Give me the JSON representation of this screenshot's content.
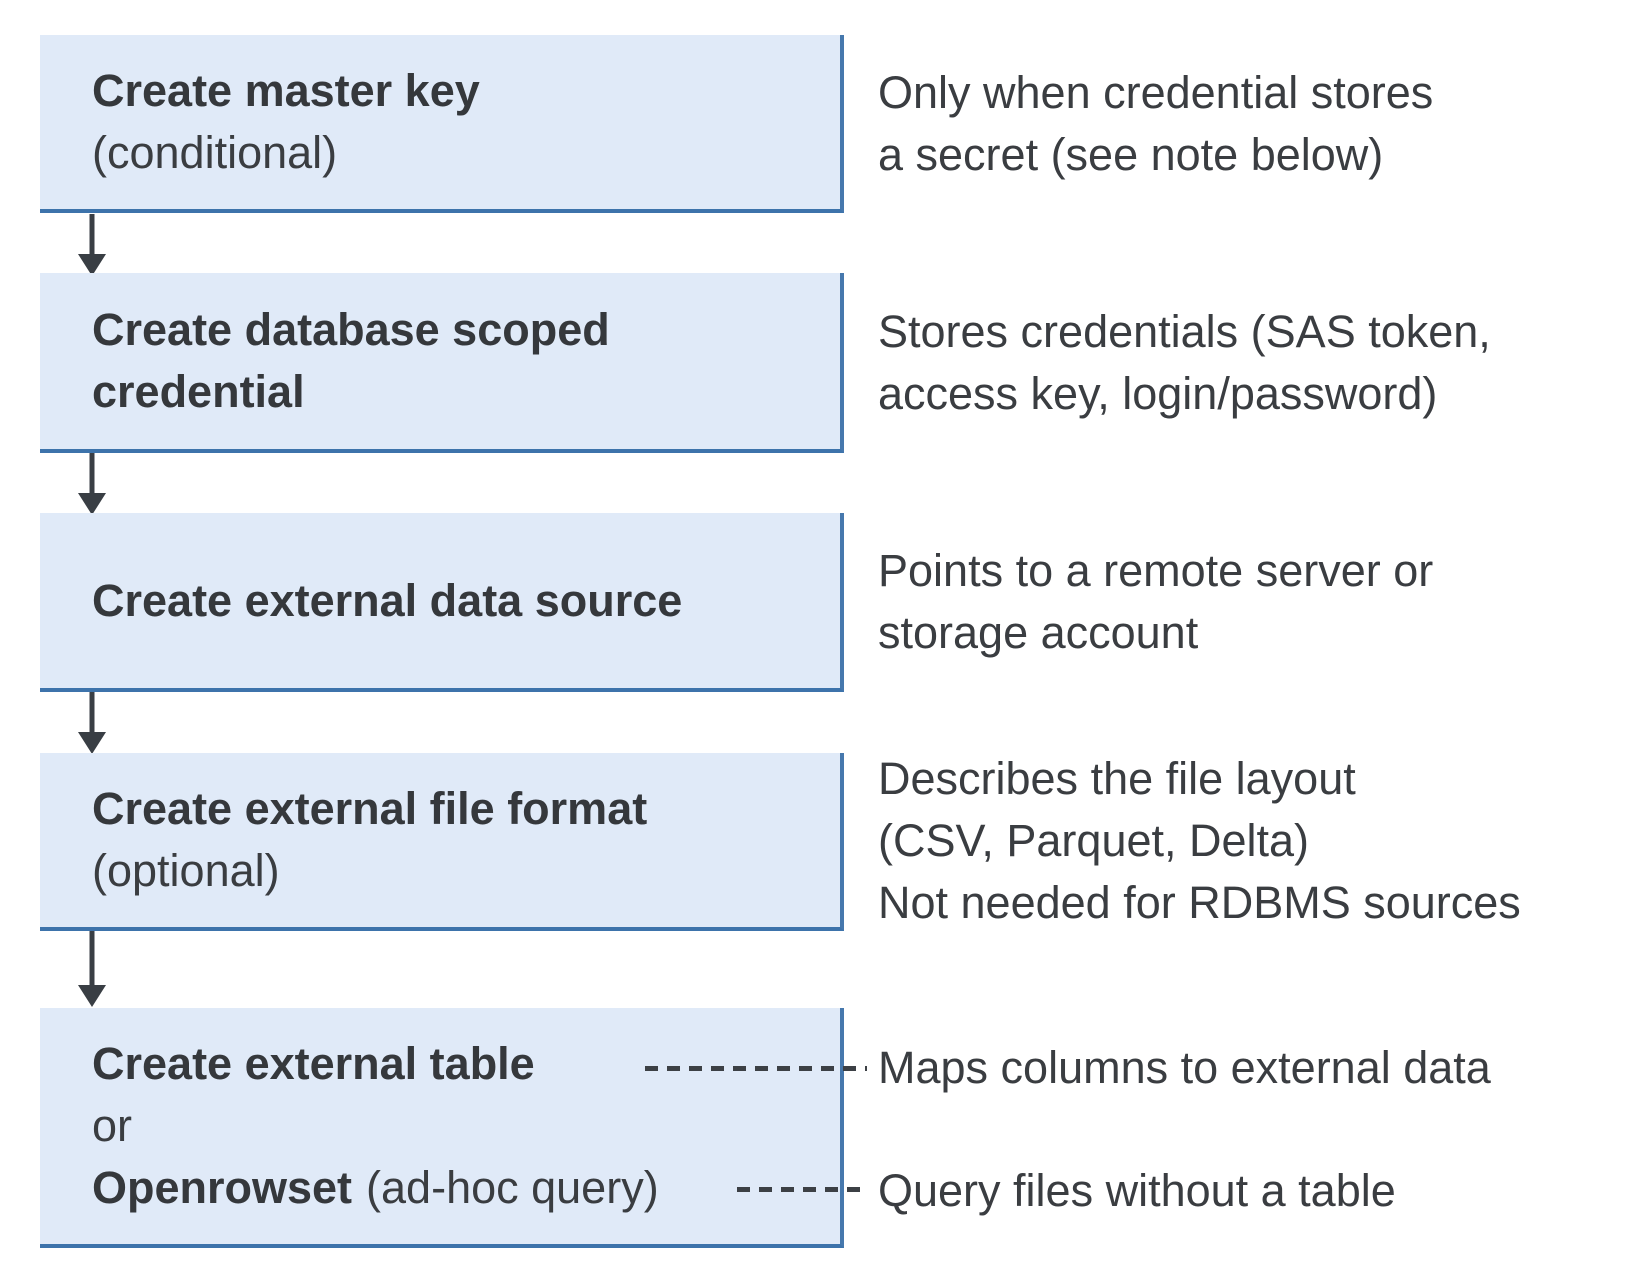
{
  "colors": {
    "box_fill": "#e0eaf8",
    "box_border": "#3d73ab",
    "text_dark": "#35383c",
    "arrow": "#393e44"
  },
  "steps": [
    {
      "title": "Create master key",
      "qualifier": "(conditional)",
      "note": "Only when credential stores\na secret (see note below)"
    },
    {
      "title": "Create database scoped credential",
      "qualifier": "",
      "note": "Stores credentials (SAS token,\naccess key, login/password)"
    },
    {
      "title": "Create external data source",
      "qualifier": "",
      "note": "Points to a remote server or\nstorage account"
    },
    {
      "title": "Create external file format",
      "qualifier": "(optional)",
      "note": "Describes the file layout\n(CSV, Parquet, Delta)\nNot needed for RDBMS sources"
    },
    {
      "title": "Create external table",
      "or_label": "or",
      "alt_title": "Openrowset",
      "alt_qualifier": "(ad-hoc query)",
      "note_table": "Maps columns to external data",
      "note_openrowset": "Query files without a table"
    }
  ]
}
